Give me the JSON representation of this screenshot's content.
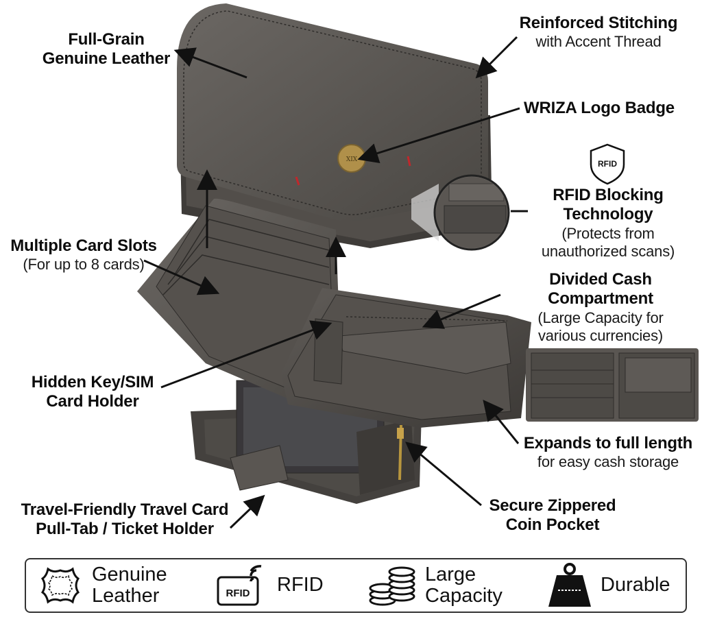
{
  "callouts": {
    "leather": {
      "title": "Full-Grain",
      "subtitle": "Genuine Leather"
    },
    "stitching": {
      "title": "Reinforced Stitching",
      "subtitle": "with Accent Thread"
    },
    "logo": {
      "title": "WRIZA Logo Badge"
    },
    "rfid": {
      "title": "RFID Blocking Technology",
      "sub1": "(Protects from",
      "sub2": "unauthorized scans)",
      "badge": "RFID"
    },
    "card_slots": {
      "title": "Multiple Card Slots",
      "subtitle": "(For up to 8 cards)"
    },
    "cash": {
      "title": "Divided Cash Compartment",
      "sub1": "(Large Capacity for",
      "sub2": "various currencies)"
    },
    "key_holder": {
      "line1": "Hidden Key/SIM",
      "line2": "Card Holder"
    },
    "expands": {
      "title": "Expands to full length",
      "subtitle": "for easy cash storage"
    },
    "zipper": {
      "line1": "Secure Zippered",
      "line2": "Coin Pocket"
    },
    "travel": {
      "line1": "Travel-Friendly Travel Card",
      "line2": "Pull-Tab / Ticket Holder"
    }
  },
  "features": [
    {
      "icon": "leather-hide-icon",
      "line1": "Genuine",
      "line2": "Leather"
    },
    {
      "icon": "rfid-card-icon",
      "line1": "RFID",
      "badge": "RFID"
    },
    {
      "icon": "coin-stack-icon",
      "line1": "Large",
      "line2": "Capacity"
    },
    {
      "icon": "weight-icon",
      "line1": "Durable"
    }
  ],
  "colors": {
    "leather": "#5a5652",
    "leather_dark": "#3f3c39",
    "accent_thread": "#c0282c",
    "badge_gold": "#b0904a"
  }
}
